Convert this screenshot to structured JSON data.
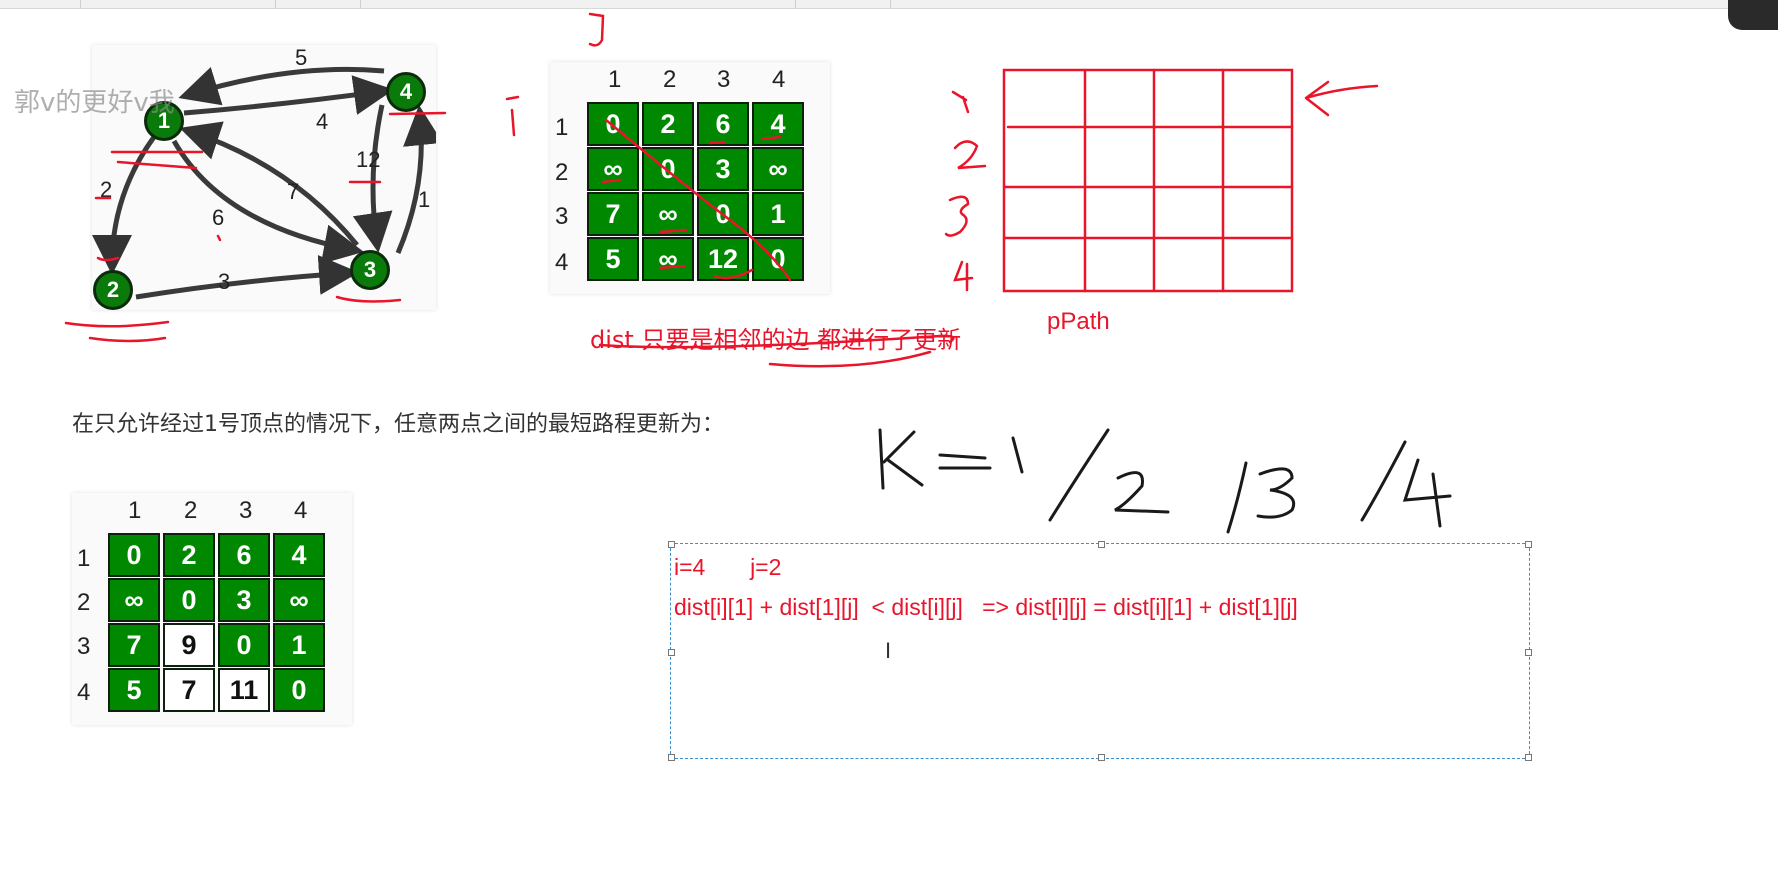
{
  "watermark": "郭v的更好v我",
  "graph": {
    "nodes": [
      "1",
      "2",
      "3",
      "4"
    ],
    "edge_weights": [
      "5",
      "4",
      "2",
      "6",
      "7",
      "12",
      "1",
      "3"
    ]
  },
  "dist_table": {
    "col_headers": [
      "1",
      "2",
      "3",
      "4"
    ],
    "row_headers": [
      "1",
      "2",
      "3",
      "4"
    ],
    "rows": [
      [
        "0",
        "2",
        "6",
        "4"
      ],
      [
        "∞",
        "0",
        "3",
        "∞"
      ],
      [
        "7",
        "∞",
        "0",
        "1"
      ],
      [
        "5",
        "∞",
        "12",
        "0"
      ]
    ]
  },
  "dist_caption": "dist 只要是相邻的边 都进行了更新",
  "ppath_label": "pPath",
  "description": "在只允许经过1号顶点的情况下，任意两点之间的最短路程更新为：",
  "updated_table": {
    "col_headers": [
      "1",
      "2",
      "3",
      "4"
    ],
    "row_headers": [
      "1",
      "2",
      "3",
      "4"
    ],
    "rows": [
      [
        "0",
        "2",
        "6",
        "4"
      ],
      [
        "∞",
        "0",
        "3",
        "∞"
      ],
      [
        "7",
        "9",
        "0",
        "1"
      ],
      [
        "5",
        "7",
        "11",
        "0"
      ]
    ]
  },
  "textbox": {
    "line1": "i=4       j=2",
    "line2": "dist[i][1] + dist[1][j]  < dist[i][j]   => dist[i][j] = dist[i][1] + dist[1][j]"
  },
  "colors": {
    "cell_green": "#008800",
    "ink_red": "#e8152b",
    "node_green": "#0a7a0a"
  }
}
